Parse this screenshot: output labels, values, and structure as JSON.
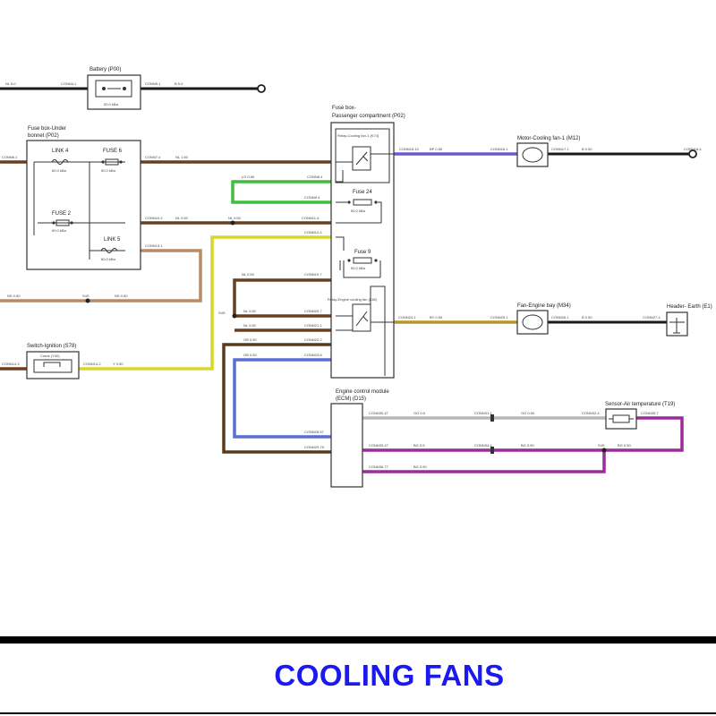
{
  "footer": {
    "title": "COOLING FANS",
    "title_color": "#1a1af0"
  },
  "wire_colors": {
    "black": "#1a1a1a",
    "brown": "#6b3f1e",
    "tan": "#b88a66",
    "green": "#3fbf3f",
    "yellow": "#d8d82a",
    "violet": "#6a5acd",
    "blue": "#5a6fd6",
    "gold": "#b8952a",
    "grey": "#b8b8b8",
    "purple": "#9b2d9b"
  },
  "components": {
    "battery": {
      "label": "Battery (P00)",
      "sub": "50.0 kBa"
    },
    "fusebox_under_bonnet": {
      "label_line1": "Fuse box-Under",
      "label_line2": "bonnet (P02)"
    },
    "link4": {
      "label": "LINK 4",
      "sub": "60.0 kBa"
    },
    "fuse6": {
      "label": "FUSE 6",
      "sub": "50.0 kBa"
    },
    "fuse2": {
      "label": "FUSE 2",
      "sub": "50.0 kBa"
    },
    "link5": {
      "label": "LINK 5",
      "sub": "60.0 kBa"
    },
    "fusebox_passenger": {
      "label_line1": "Fuse box-",
      "label_line2": "Passenger compartment (P02)"
    },
    "relay_cooling": {
      "label": "Relay-Cooling fan-1 (K74)"
    },
    "fuse24": {
      "label": "Fuse 24",
      "sub": "50.0 kBa"
    },
    "fuse9": {
      "label": "Fuse 9",
      "sub": "50.0 kBa"
    },
    "relay_engine": {
      "label": "Relay-Engine cooling fan (K82)"
    },
    "motor_cooling": {
      "label": "Motor-Cooling fan-1 (M12)"
    },
    "fan_engine": {
      "label": "Fan-Engine bay (M34)"
    },
    "header_earth": {
      "label": "Header- Earth (E1)"
    },
    "switch_ignition": {
      "label": "Switch-Ignition (S78)",
      "sub": "Crank (Y40)"
    },
    "ecm": {
      "label_line1": "Engine control module",
      "label_line2": "(ECM) (D15)"
    },
    "sensor_air": {
      "label": "Sensor-Air temperature (T19)"
    }
  },
  "wire_labels": {
    "bat_left": "NL 5.0",
    "bat_conn_l": "CONN4.1",
    "bat_conn_r": "CONN5.1",
    "bat_right": "B 5.0",
    "fb_in": "CONN6.1",
    "fb_out": "CONN7.4",
    "fb_out_wire": "NL 1.50",
    "green_top": "LG 0.50",
    "green_conn1": "CONN8.4",
    "green_conn2": "CONN9.4",
    "f2_out": "CONN10.4",
    "f2_wire": "NL 0.50",
    "f2_conn": "CONN11.4",
    "f2_wire2": "NL 0.50",
    "yellow_conn": "CONN12.4",
    "link5_out": "CONN13.1",
    "tan_left": "NS 0.50",
    "tan_mid": "S4S",
    "tan_right": "NS 0.50",
    "sw_l": "CONN14.3",
    "sw_r": "CONN14.2",
    "sw_wire": "Y 0.50",
    "mot_in1": "CONN15.10",
    "mot_in_wire": "BP 0.50",
    "mot_conn": "CONN16.1",
    "mot_out": "CONN17.1",
    "mot_out_wire": "B 0.50",
    "mot_end": "CONN18.4",
    "br1": "NL 0.50",
    "br1_conn": "CONN19.7",
    "br2": "NL 0.50",
    "br2_conn": "CONN20.7",
    "br3": "NL 0.50",
    "br3_conn": "CONN21.1",
    "br4": "GB 0.50",
    "br4_conn": "CONN22.2",
    "blue_wire": "GB 0.50",
    "blue_conn": "CONN23.8",
    "gold_conn": "CONN24.1",
    "gold_wire": "BY 0.50",
    "fan_conn_l": "CONN25.1",
    "fan_conn_r": "CONN26.1",
    "fan_out_wire": "B 0.50",
    "fan_end": "CONN27.4",
    "ecm_in1": "CONN28.57",
    "ecm_in2": "CONN29.75",
    "grey_conn": "CONN30.47",
    "grey_wire": "GG 0.5",
    "grey_mid": "CONN31.1",
    "grey_wire2": "GG 0.50",
    "grey_end": "CONN32.4",
    "pur_conn1": "CONN33.47",
    "pur_wire1": "BG 0.5",
    "pur_mid": "CONN34.4",
    "pur_wire2": "BG 0.50",
    "pur_s": "S4S",
    "pur_wire3": "BG 0.50",
    "pur_end": "CONN35.7",
    "pur_conn2": "CONN36.77",
    "pur_wire4": "BG 0.50"
  }
}
